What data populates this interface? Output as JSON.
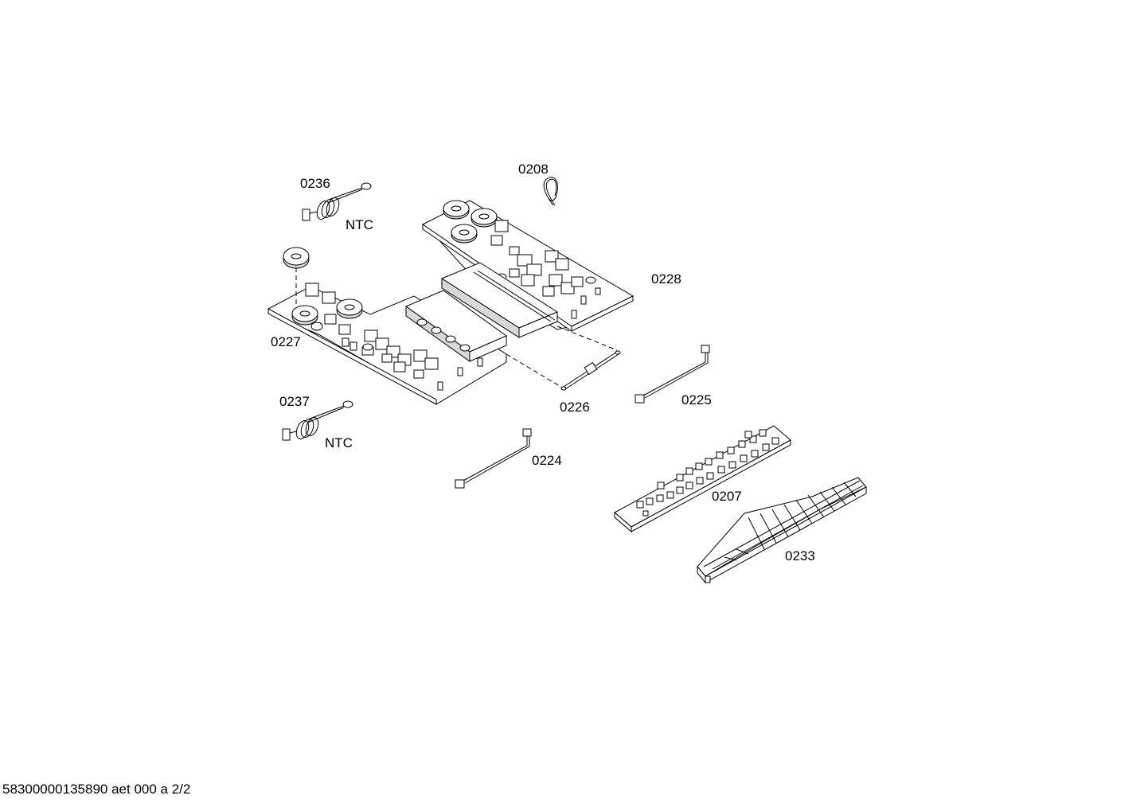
{
  "labels": {
    "p0236": "0236",
    "p0208": "0208",
    "ntc_top": "NTC",
    "p0228": "0228",
    "p0227": "0227",
    "p0226": "0226",
    "p0225": "0225",
    "p0237": "0237",
    "ntc_bottom": "NTC",
    "p0224": "0224",
    "p0207": "0207",
    "p0233": "0233"
  },
  "footer": "58300000135890 aet 000 a 2/2"
}
